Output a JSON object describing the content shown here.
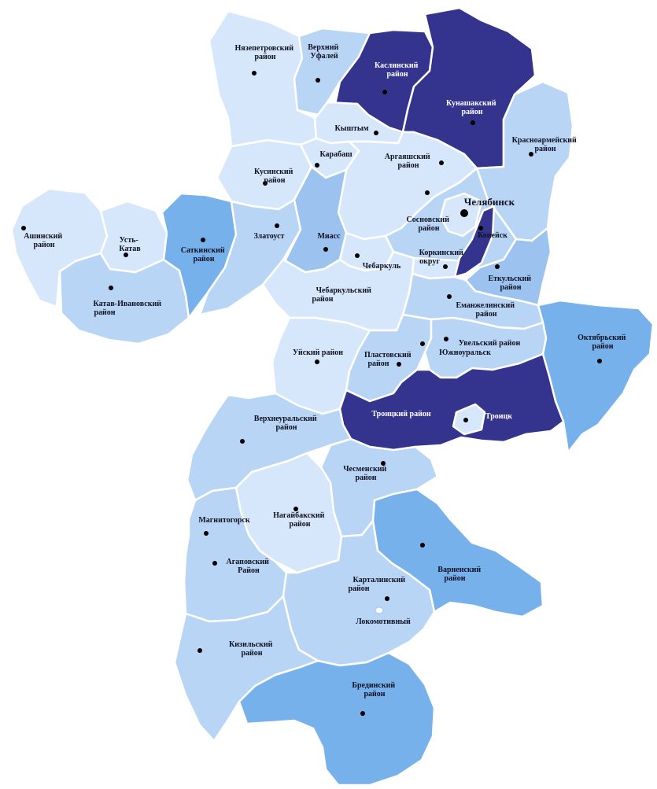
{
  "colors": {
    "very_light": "#d6e7fb",
    "light": "#b9d5f5",
    "medium": "#9cc2ef",
    "strong": "#77b1ec",
    "dark": "#34348f",
    "border": "#ffffff",
    "label": "#0f1020",
    "label_inverse": "#ffffff"
  },
  "regions": {
    "nyazepetrovsky": [
      "Нязепетровский",
      "район"
    ],
    "verkhny_ufaley": [
      "Верхний",
      "Уфалей"
    ],
    "kaslinsky": [
      "Каслинский",
      "район"
    ],
    "kunashaksky": [
      "Кунашакский",
      "район"
    ],
    "krasnoarmeysky": [
      "Красноармейский",
      "район"
    ],
    "kyshtym": [
      "Кыштым"
    ],
    "karabash": [
      "Карабаш"
    ],
    "argayashsky": [
      "Аргаяшский",
      "район"
    ],
    "kusinsky": [
      "Кусинский",
      "район"
    ],
    "ashinsky": [
      "Ашинский",
      "район"
    ],
    "ust_katav": [
      "Усть-",
      "Катав"
    ],
    "satkinsky": [
      "Саткинский",
      "район"
    ],
    "zlatoust": [
      "Златоуст"
    ],
    "miass": [
      "Миасс"
    ],
    "chelyabinsk": [
      "Челябинск"
    ],
    "sosnovsky": [
      "Сосновский",
      "район"
    ],
    "kopeysk": [
      "Копейск"
    ],
    "korkinsky": [
      "Коркинский",
      "округ"
    ],
    "chebarkul": [
      "Чебаркуль"
    ],
    "chebarkulsky": [
      "Чебаркульский",
      "район"
    ],
    "katav_ivanovsky": [
      "Катав-Ивановский",
      "район"
    ],
    "etkulsky": [
      "Еткульский",
      "район"
    ],
    "emanzhelinsky": [
      "Еманжелинский",
      "район"
    ],
    "oktyabrsky": [
      "Октябрьский",
      "район"
    ],
    "uysky": [
      "Уйский район"
    ],
    "plastovsky": [
      "Пластовский",
      "район"
    ],
    "uvelsky": [
      "Увельский район"
    ],
    "yuzhnouralsk": [
      "Южноуральск"
    ],
    "troitsky": [
      "Троицкий район"
    ],
    "troitsk": [
      "Троицк"
    ],
    "verkhneuralsky": [
      "Верхнеуральский",
      "район"
    ],
    "chesmensky": [
      "Чесменский",
      "район"
    ],
    "nagaybaksky": [
      "Нагайбакский",
      "район"
    ],
    "magnitogorsk": [
      "Магнитогорск"
    ],
    "agapovsky": [
      "Агаповский",
      "Район"
    ],
    "kartalinsky": [
      "Карталинский",
      "район"
    ],
    "lokomotivny": [
      "Локомотивный"
    ],
    "varnensky": [
      "Варненский",
      "район"
    ],
    "kizilsky": [
      "Кизильский",
      "район"
    ],
    "bredinsky": [
      "Брединский",
      "район"
    ]
  }
}
